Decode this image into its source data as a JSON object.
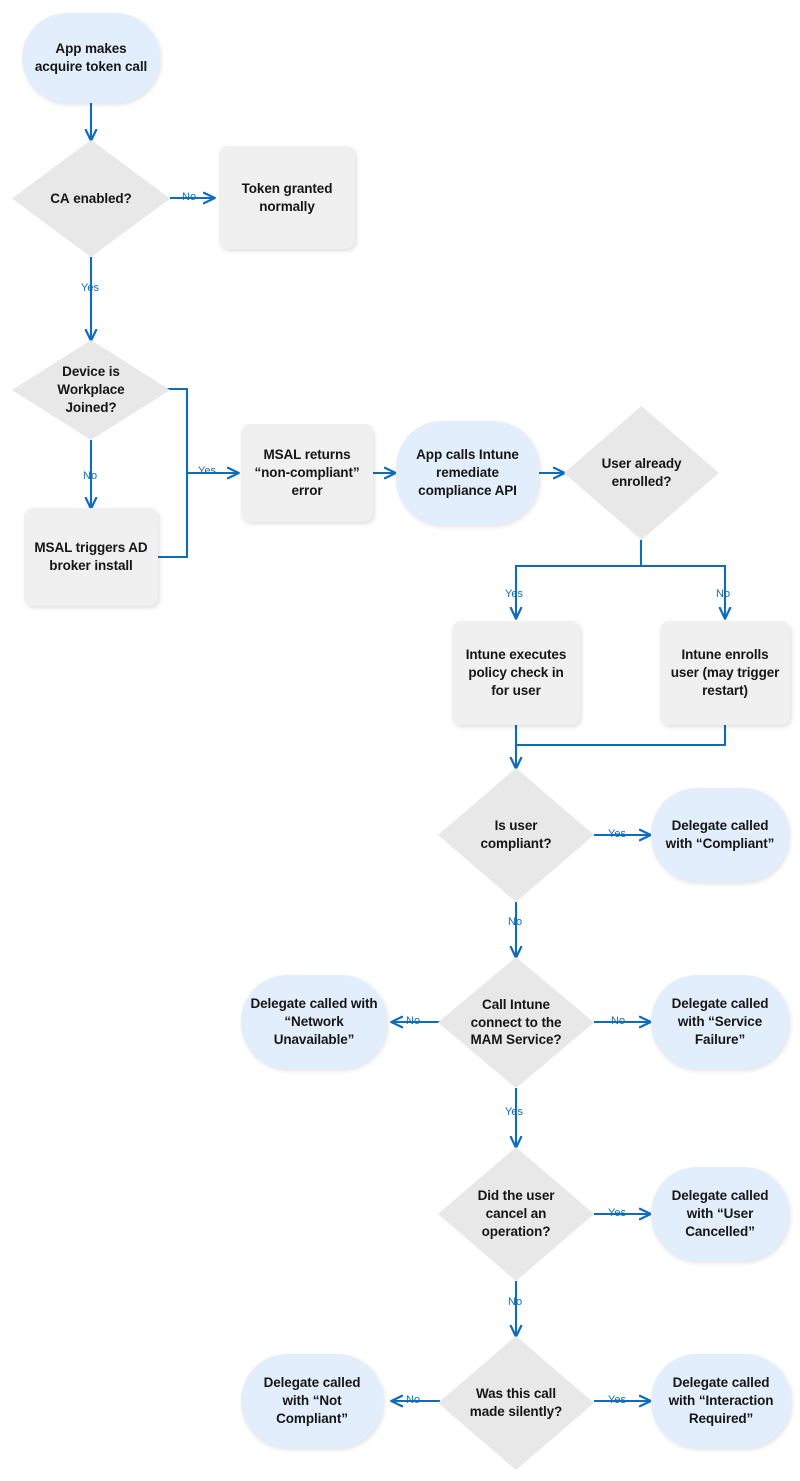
{
  "diagram": {
    "type": "flowchart",
    "title": "MSAL Intune Conditional Access compliance remediation flow",
    "colors": {
      "process_fill": "#f0f0f0",
      "decision_fill": "#e8e8e8",
      "terminal_fill": "#e3eefc",
      "connector": "#0f6cbd",
      "label_text": "#0f6cbd",
      "node_text": "#161616",
      "background": "#ffffff"
    },
    "nodes": [
      {
        "id": "n1",
        "shape": "oval",
        "text": "App makes acquire token call"
      },
      {
        "id": "n2",
        "shape": "diamond",
        "text": "CA enabled?",
        "bold_prefix": "CA",
        "rest": " enabled?"
      },
      {
        "id": "n3",
        "shape": "rect",
        "text": "Token granted normally"
      },
      {
        "id": "n4",
        "shape": "diamond",
        "text": "Device is Workplace Joined?"
      },
      {
        "id": "n5",
        "shape": "rect",
        "text": "MSAL triggers AD broker install"
      },
      {
        "id": "n6",
        "shape": "rect",
        "text": "MSAL returns “non-compliant” error"
      },
      {
        "id": "n7",
        "shape": "oval",
        "text": "App calls Intune remediate compliance API"
      },
      {
        "id": "n8",
        "shape": "diamond",
        "text": "User already enrolled?"
      },
      {
        "id": "n9",
        "shape": "rect",
        "text": "Intune executes policy check in for user"
      },
      {
        "id": "n10",
        "shape": "rect",
        "text": "Intune enrolls user (may trigger restart)"
      },
      {
        "id": "n11",
        "shape": "diamond",
        "text": "Is user compliant?"
      },
      {
        "id": "n12",
        "shape": "oval",
        "text": "Delegate called with “Compliant”"
      },
      {
        "id": "n13",
        "shape": "diamond",
        "text": "Call Intune connect to the MAM Service?"
      },
      {
        "id": "n14",
        "shape": "oval",
        "text": "Delegate called with “Network Unavailable”"
      },
      {
        "id": "n15",
        "shape": "oval",
        "text": "Delegate called with “Service Failure”"
      },
      {
        "id": "n16",
        "shape": "diamond",
        "text": "Did the user cancel an operation?"
      },
      {
        "id": "n17",
        "shape": "oval",
        "text": "Delegate called with “User Cancelled”"
      },
      {
        "id": "n18",
        "shape": "diamond",
        "text": "Was this call made silently?"
      },
      {
        "id": "n19",
        "shape": "oval",
        "text": "Delegate called with “Not Compliant”"
      },
      {
        "id": "n20",
        "shape": "oval",
        "text": "Delegate called with “Interaction Required”"
      }
    ],
    "edge_labels": {
      "ca_no": "No",
      "ca_yes": "Yes",
      "wpj_no": "No",
      "wpj_yes": "Yes",
      "enrolled_yes": "Yes",
      "enrolled_no": "No",
      "compliant_yes": "Yes",
      "compliant_no": "No",
      "mam_no_left": "No",
      "mam_no_right": "No",
      "mam_yes": "Yes",
      "cancel_yes": "Yes",
      "cancel_no": "No",
      "silent_no": "No",
      "silent_yes": "Yes"
    },
    "edges": [
      {
        "from": "n1",
        "to": "n2",
        "label": ""
      },
      {
        "from": "n2",
        "to": "n3",
        "label": "No"
      },
      {
        "from": "n2",
        "to": "n4",
        "label": "Yes"
      },
      {
        "from": "n4",
        "to": "n5",
        "label": "No"
      },
      {
        "from": "n4",
        "to": "n6",
        "label": "Yes"
      },
      {
        "from": "n5",
        "to": "n6",
        "label": ""
      },
      {
        "from": "n6",
        "to": "n7",
        "label": ""
      },
      {
        "from": "n7",
        "to": "n8",
        "label": ""
      },
      {
        "from": "n8",
        "to": "n9",
        "label": "Yes"
      },
      {
        "from": "n8",
        "to": "n10",
        "label": "No"
      },
      {
        "from": "n9",
        "to": "n11",
        "label": ""
      },
      {
        "from": "n10",
        "to": "n11",
        "label": ""
      },
      {
        "from": "n11",
        "to": "n12",
        "label": "Yes"
      },
      {
        "from": "n11",
        "to": "n13",
        "label": "No"
      },
      {
        "from": "n13",
        "to": "n14",
        "label": "No"
      },
      {
        "from": "n13",
        "to": "n15",
        "label": "No"
      },
      {
        "from": "n13",
        "to": "n16",
        "label": "Yes"
      },
      {
        "from": "n16",
        "to": "n17",
        "label": "Yes"
      },
      {
        "from": "n16",
        "to": "n18",
        "label": "No"
      },
      {
        "from": "n18",
        "to": "n19",
        "label": "No"
      },
      {
        "from": "n18",
        "to": "n20",
        "label": "Yes"
      }
    ]
  }
}
